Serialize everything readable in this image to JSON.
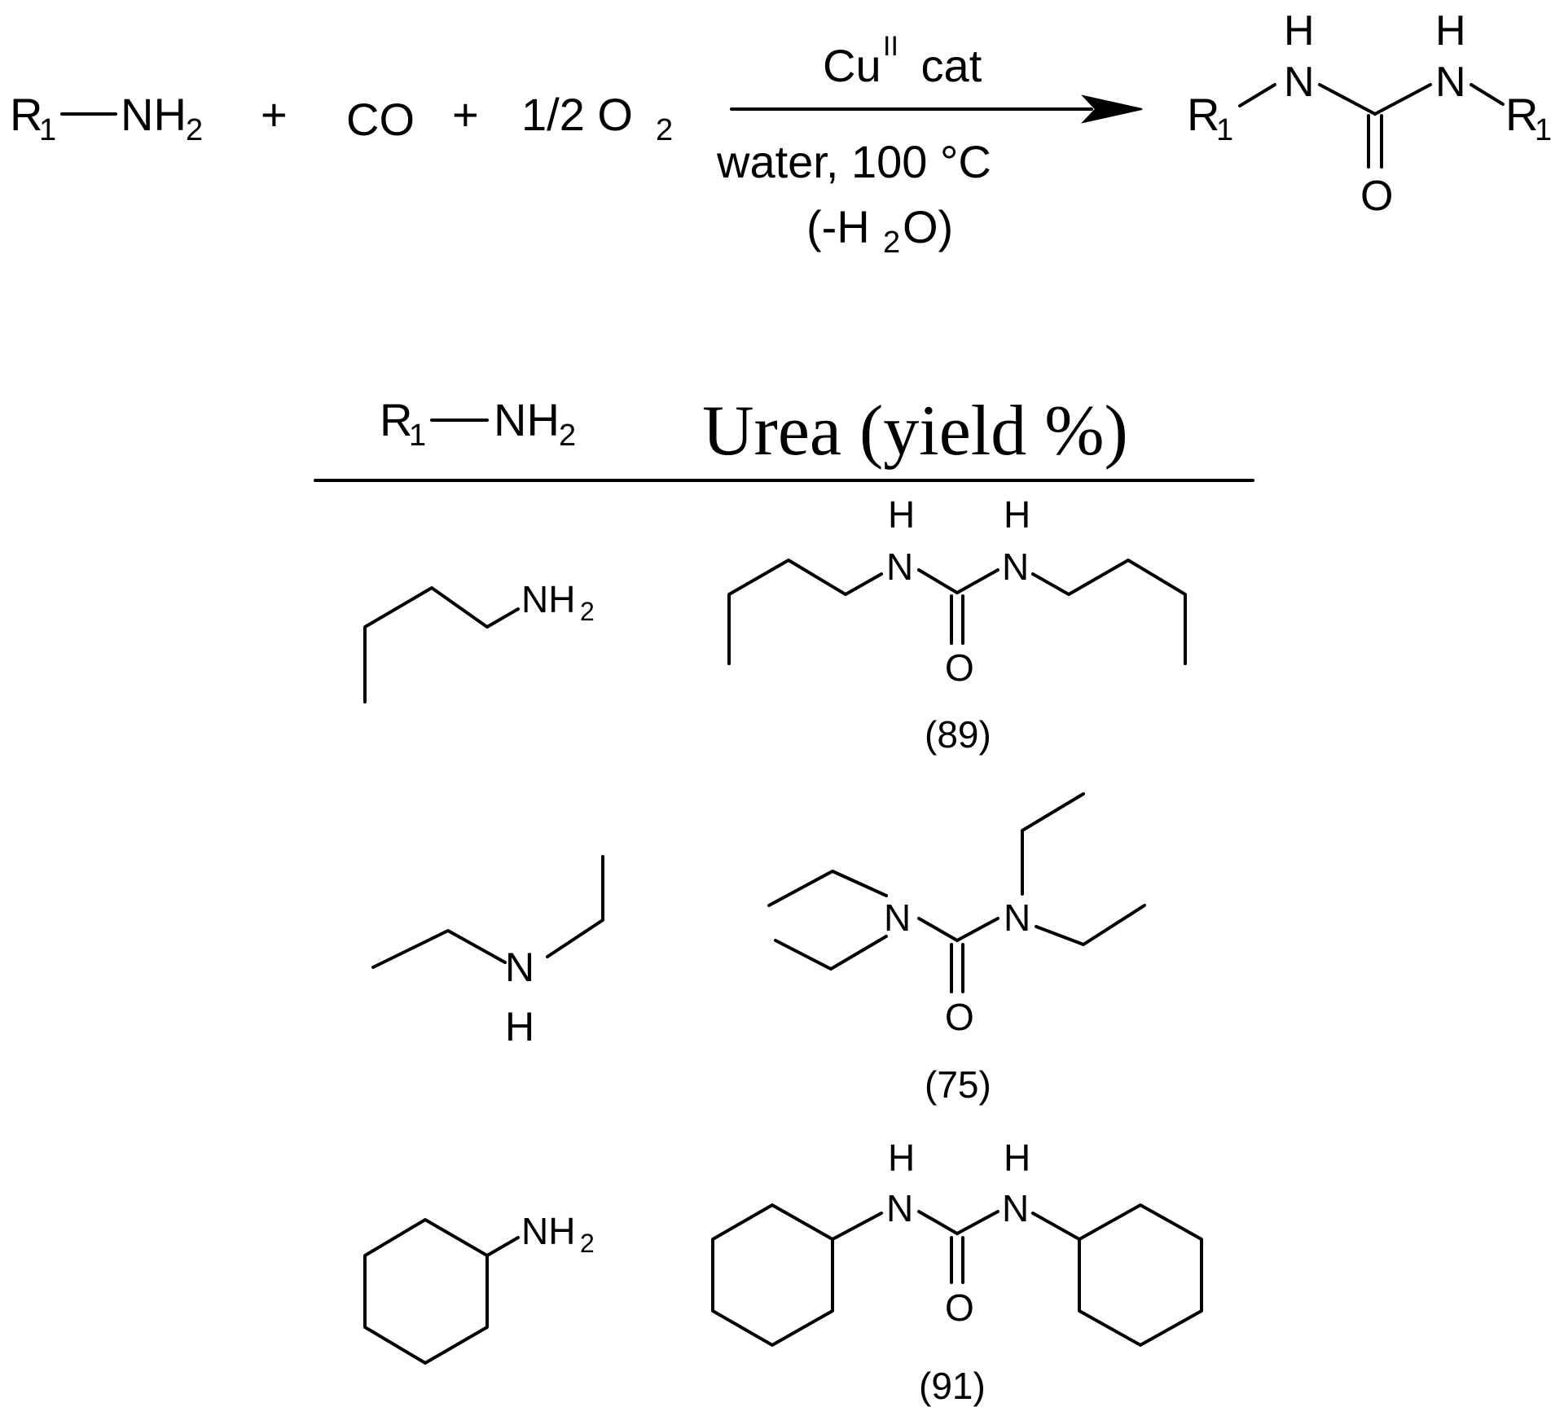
{
  "reaction": {
    "amine": {
      "r": "R",
      "r_sub": "1",
      "nh": "NH",
      "nh_sub": "2"
    },
    "plus_1": "+",
    "co": "CO",
    "plus_2": "+",
    "oxygen": {
      "coef": "1/2 O",
      "sub": "2"
    },
    "catalyst": {
      "base": "Cu",
      "sup": "II",
      "rest": " cat"
    },
    "conditions": "water, 100 °C",
    "byproduct": {
      "open": "(-H",
      "sub": "2",
      "close": "O)"
    },
    "product": {
      "h": "H",
      "n": "N",
      "o": "O",
      "r": "R",
      "r_sub": "1"
    }
  },
  "table": {
    "header_amine": {
      "r": "R",
      "r_sub": "1",
      "nh": "NH",
      "nh_sub": "2"
    },
    "header_urea": "Urea (yield %)",
    "rows": [
      {
        "amine": {
          "nh": "NH",
          "nh_sub": "2"
        },
        "urea": {
          "h": "H",
          "n": "N",
          "o": "O"
        },
        "yield": "(89)"
      },
      {
        "amine": {
          "n": "N",
          "h": "H"
        },
        "urea": {
          "n": "N",
          "o": "O"
        },
        "yield": "(75)"
      },
      {
        "amine": {
          "nh": "NH",
          "nh_sub": "2"
        },
        "urea": {
          "h": "H",
          "n": "N",
          "o": "O"
        },
        "yield": "(91)"
      }
    ]
  }
}
